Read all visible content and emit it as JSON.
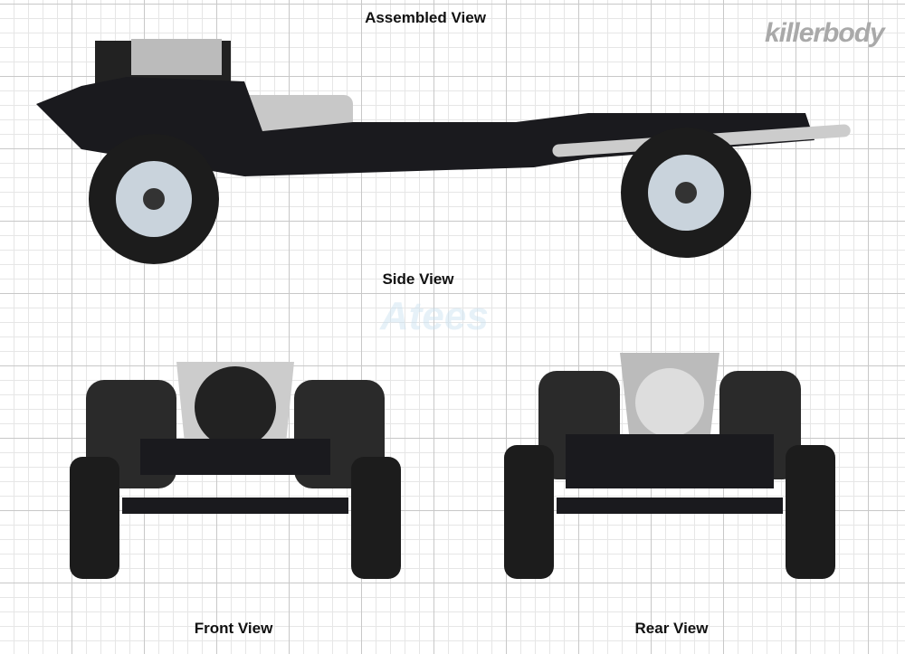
{
  "labels": {
    "assembled": "Assembled View",
    "side": "Side View",
    "front": "Front View",
    "rear": "Rear View"
  },
  "logo": "killerbody",
  "watermark": "Atees",
  "colors": {
    "chassis": "#1a1a1e",
    "wheel_rim": "#c9d3dc",
    "tire": "#1c1c1c",
    "metal": "#b8b8b8"
  }
}
